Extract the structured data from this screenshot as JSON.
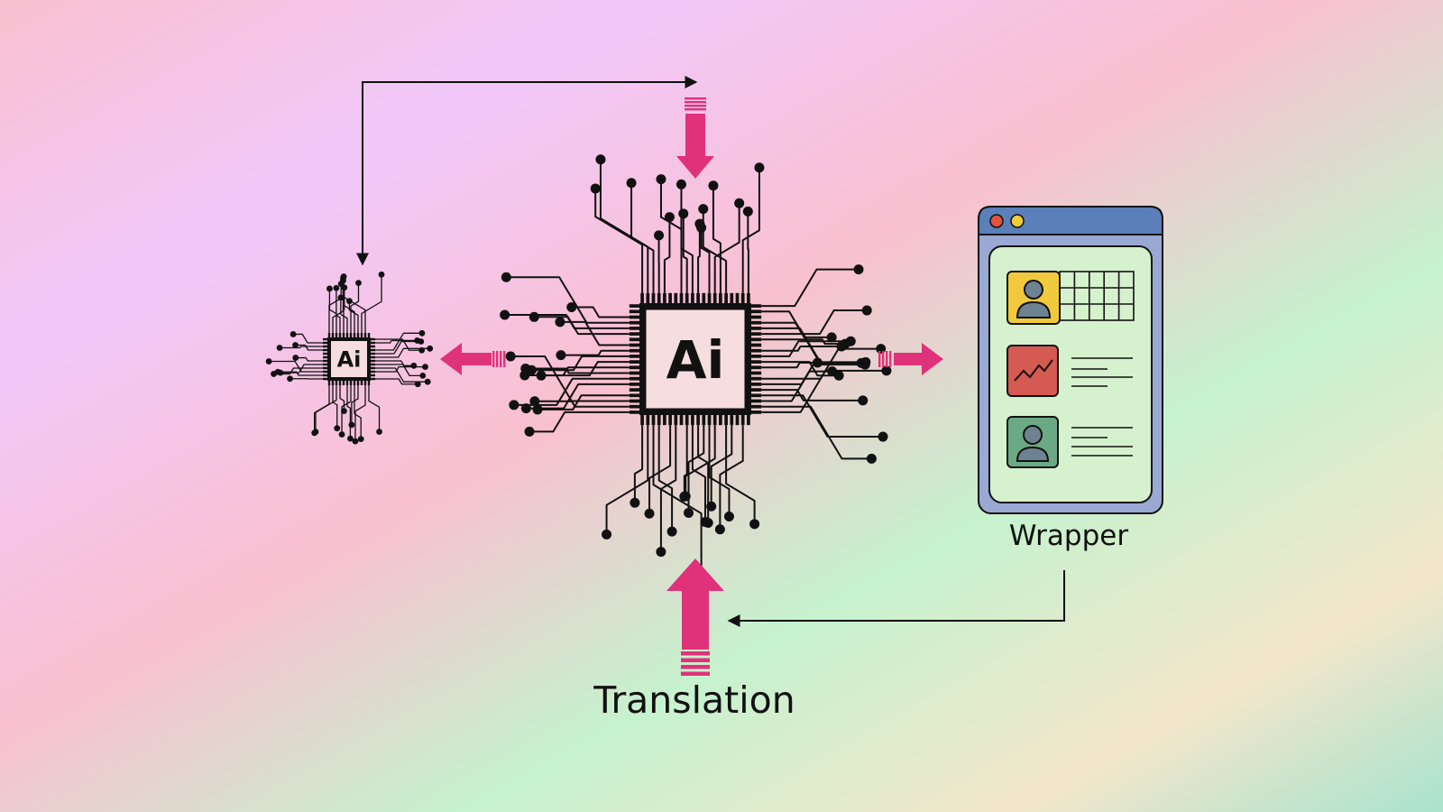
{
  "colors": {
    "bg_pink": "#f9c0cf",
    "bg_lavender": "#f2c8fb",
    "bg_green": "#c6f2ce",
    "bg_cream": "#f3e6cb",
    "bg_teal": "#a9e3cd",
    "accent_arrow": "#e0327a",
    "chip_fill": "#f6dde0",
    "ink": "#111111",
    "window_frame": "#9aa9d4",
    "window_titlebar": "#5a7fb9",
    "window_body": "#d6f1cd",
    "dot_red": "#e0533c",
    "dot_yellow": "#f0cd3b",
    "card_yellow": "#f0c93c",
    "card_red": "#d55a52",
    "card_green": "#6aa983"
  },
  "chips": {
    "large": {
      "label": "Ai",
      "icon": "ai-chip-icon"
    },
    "small": {
      "label": "Ai",
      "icon": "ai-chip-icon"
    }
  },
  "wrapper": {
    "label": "Wrapper",
    "icon": "app-window-icon",
    "cards": [
      {
        "icon": "user-profile-icon",
        "detail": "grid"
      },
      {
        "icon": "line-chart-icon",
        "detail": "lines"
      },
      {
        "icon": "user-profile-icon",
        "detail": "lines"
      }
    ]
  },
  "translation": {
    "label": "Translation"
  }
}
